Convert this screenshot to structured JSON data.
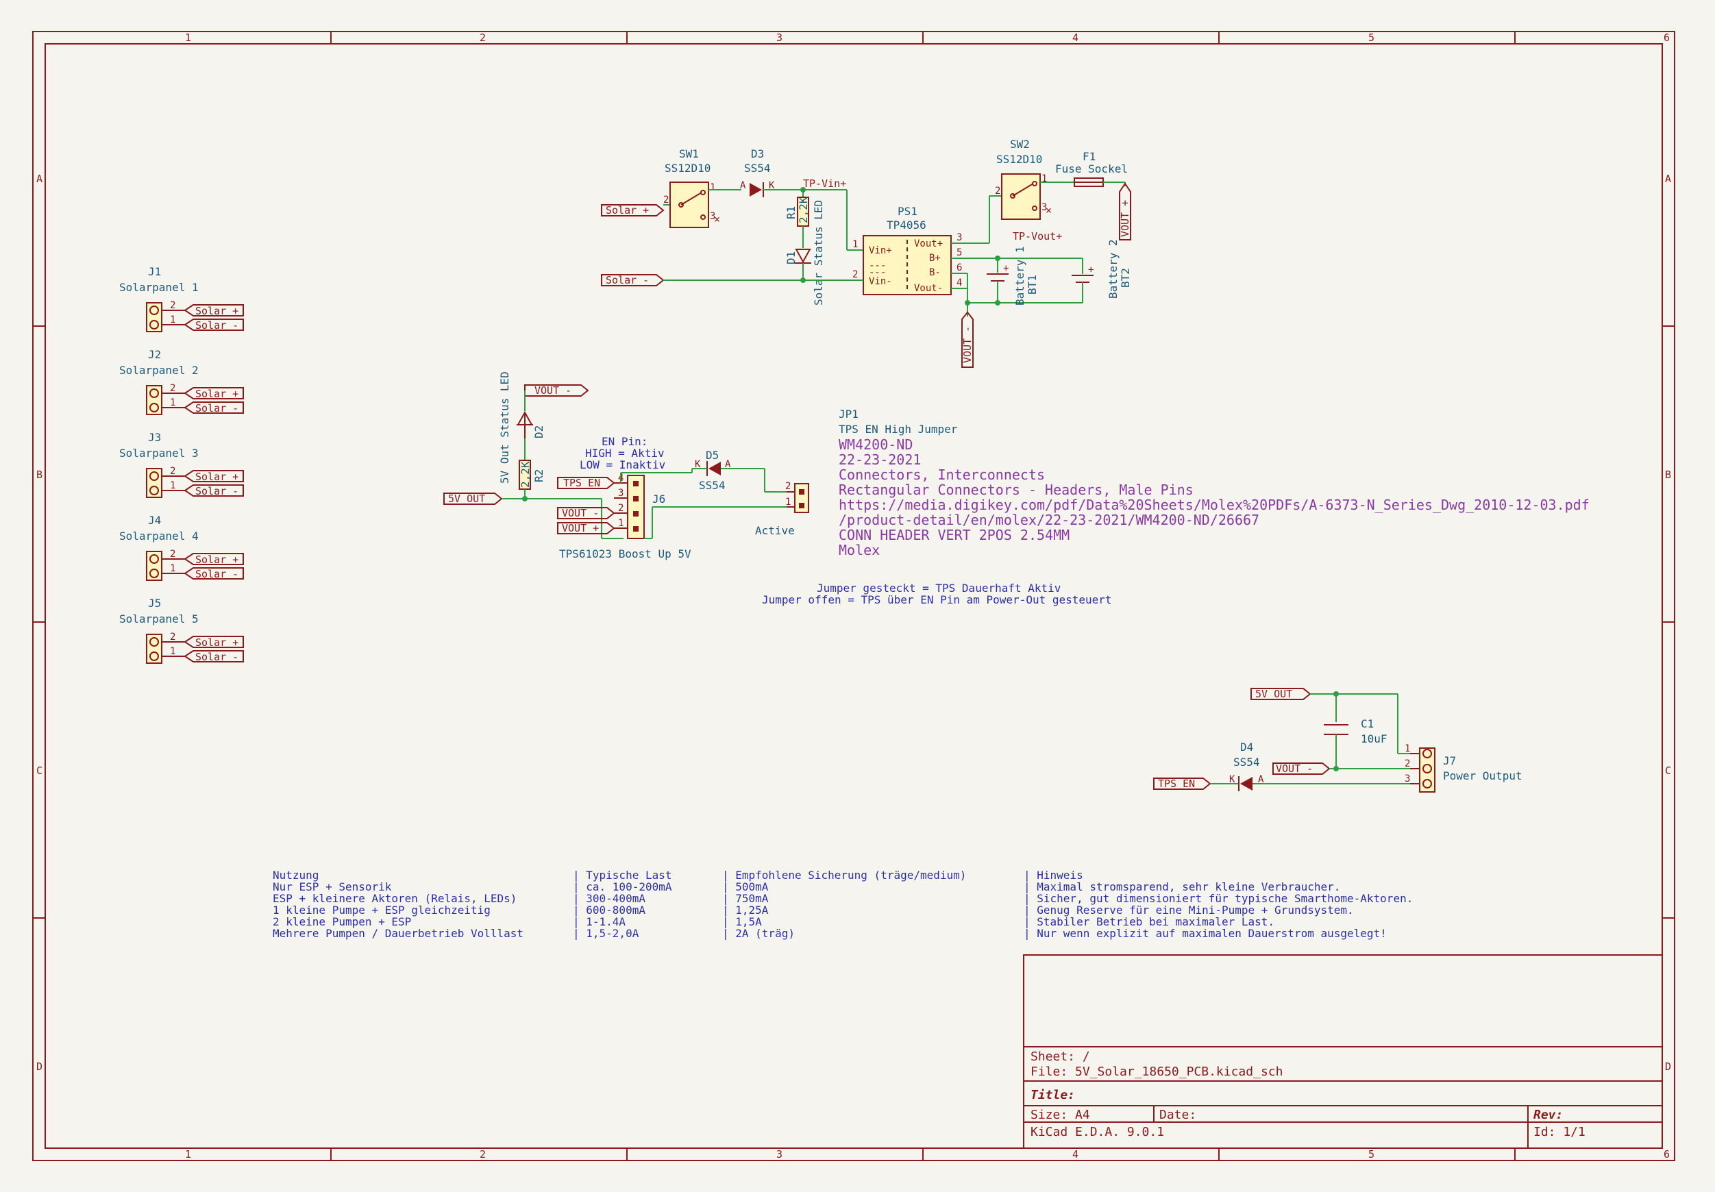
{
  "frame": {
    "cols": [
      "1",
      "2",
      "3",
      "4",
      "5",
      "6"
    ],
    "rows": [
      "A",
      "B",
      "C",
      "D"
    ]
  },
  "symbols": {
    "sw1": {
      "ref": "SW1",
      "val": "SS12D10"
    },
    "d3": {
      "ref": "D3",
      "val": "SS54"
    },
    "tp_vin": "TP-Vin+",
    "r1": {
      "ref": "R1",
      "val": "2,2K"
    },
    "d1": {
      "ref": "D1",
      "val": "Solar Status LED"
    },
    "ps1": {
      "ref": "PS1",
      "val": "TP4056",
      "pins": [
        "Vin+",
        "Vin-",
        "Vout+",
        "B+",
        "B-",
        "Vout-"
      ]
    },
    "sw2": {
      "ref": "SW2",
      "val": "SS12D10"
    },
    "f1": {
      "ref": "F1",
      "val": "Fuse Sockel"
    },
    "tp_vout": "TP-Vout+",
    "bt1": {
      "ref": "BT1",
      "val": "Battery 1"
    },
    "bt2": {
      "ref": "BT2",
      "val": "Battery 2"
    },
    "d2": {
      "ref": "D2",
      "val": "5V Out Status LED"
    },
    "r2": {
      "ref": "R2",
      "val": "2,2K"
    },
    "d5": {
      "ref": "D5",
      "val": "SS54"
    },
    "j6": {
      "ref": "J6",
      "val": "TPS61023 Boost Up 5V"
    },
    "jp1": {
      "ref": "JP1",
      "val": "TPS EN High Jumper",
      "active": "Active"
    },
    "c1": {
      "ref": "C1",
      "val": "10uF"
    },
    "d4": {
      "ref": "D4",
      "val": "SS54"
    },
    "j7": {
      "ref": "J7",
      "val": "Power Output"
    }
  },
  "labels": {
    "solar_plus": "Solar +",
    "solar_minus": "Solar -",
    "vout_plus": "VOUT +",
    "vout_minus": "VOUT -",
    "five_v_out": "5V_OUT",
    "tps_en": "TPS_EN"
  },
  "solarpanels": [
    {
      "ref": "J1",
      "val": "Solarpanel 1"
    },
    {
      "ref": "J2",
      "val": "Solarpanel 2"
    },
    {
      "ref": "J3",
      "val": "Solarpanel 3"
    },
    {
      "ref": "J4",
      "val": "Solarpanel 4"
    },
    {
      "ref": "J5",
      "val": "Solarpanel 5"
    }
  ],
  "en_note": [
    "EN Pin:",
    "HIGH = Aktiv",
    "LOW  = Inaktiv"
  ],
  "jp1_fields": [
    "WM4200-ND",
    "22-23-2021",
    "Connectors, Interconnects",
    "Rectangular Connectors - Headers, Male Pins",
    "https://media.digikey.com/pdf/Data%20Sheets/Molex%20PDFs/A-6373-N_Series_Dwg_2010-12-03.pdf",
    "/product-detail/en/molex/22-23-2021/WM4200-ND/26667",
    "CONN HEADER VERT 2POS 2.54MM",
    "Molex"
  ],
  "jumper_note": [
    "Jumper gesteckt = TPS Dauerhaft Aktiv",
    "Jumper offen = TPS über EN Pin am Power-Out gesteuert"
  ],
  "table": {
    "headers": [
      "Nutzung",
      "| Typische Last",
      "| Empfohlene Sicherung (träge/medium)",
      "| Hinweis"
    ],
    "rows": [
      [
        "Nur ESP + Sensorik",
        "| ca. 100-200mA",
        "| 500mA",
        "| Maximal stromsparend, sehr kleine Verbraucher."
      ],
      [
        "ESP + kleinere Aktoren (Relais, LEDs)",
        "| 300-400mA",
        "| 750mA",
        "| Sicher, gut dimensioniert für typische Smarthome-Aktoren."
      ],
      [
        "1 kleine Pumpe + ESP gleichzeitig",
        "| 600-800mA",
        "| 1,25A",
        "| Genug Reserve für eine Mini-Pumpe + Grundsystem."
      ],
      [
        "2 kleine Pumpen + ESP",
        "| 1-1.4A",
        "| 1,5A",
        "| Stabiler Betrieb bei maximaler Last."
      ],
      [
        "Mehrere Pumpen / Dauerbetrieb Volllast",
        "| 1,5-2,0A",
        "| 2A (träg)",
        "| Nur wenn explizit auf maximalen Dauerstrom ausgelegt!"
      ]
    ]
  },
  "title_block": {
    "sheet": "Sheet: /",
    "file": "File: 5V_Solar_18650_PCB.kicad_sch",
    "title": "Title:",
    "size": "Size: A4",
    "date": "Date:",
    "rev": "Rev:",
    "tool": "KiCad E.D.A. 9.0.1",
    "id": "Id: 1/1"
  }
}
